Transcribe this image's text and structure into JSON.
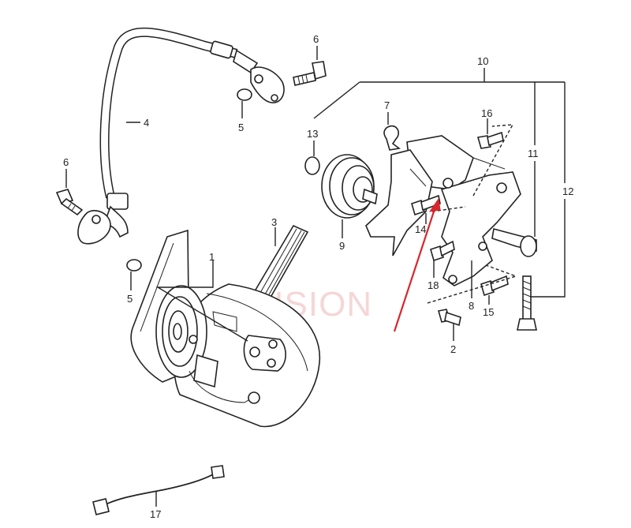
{
  "watermark": "RVISION",
  "labels": {
    "p1": "1",
    "p2": "2",
    "p3": "3",
    "p4": "4",
    "p5a": "5",
    "p5b": "5",
    "p6a": "6",
    "p6b": "6",
    "p7": "7",
    "p8": "8",
    "p9": "9",
    "p10": "10",
    "p11": "11",
    "p12": "12",
    "p13": "13",
    "p14": "14",
    "p15": "15",
    "p16": "16",
    "p17": "17",
    "p18": "18"
  },
  "colors": {
    "arrow": "#d9262c",
    "line": "#222222",
    "watermark": "#e9a6a6"
  }
}
